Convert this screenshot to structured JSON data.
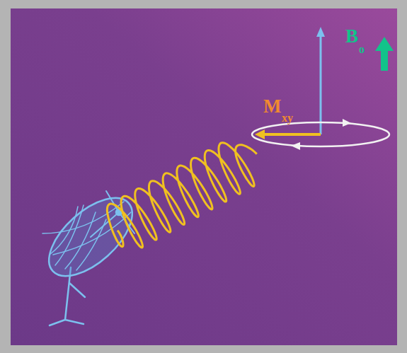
{
  "diagram": {
    "labels": [
      "B",
      "o",
      "M",
      "xy"
    ]
  }
}
